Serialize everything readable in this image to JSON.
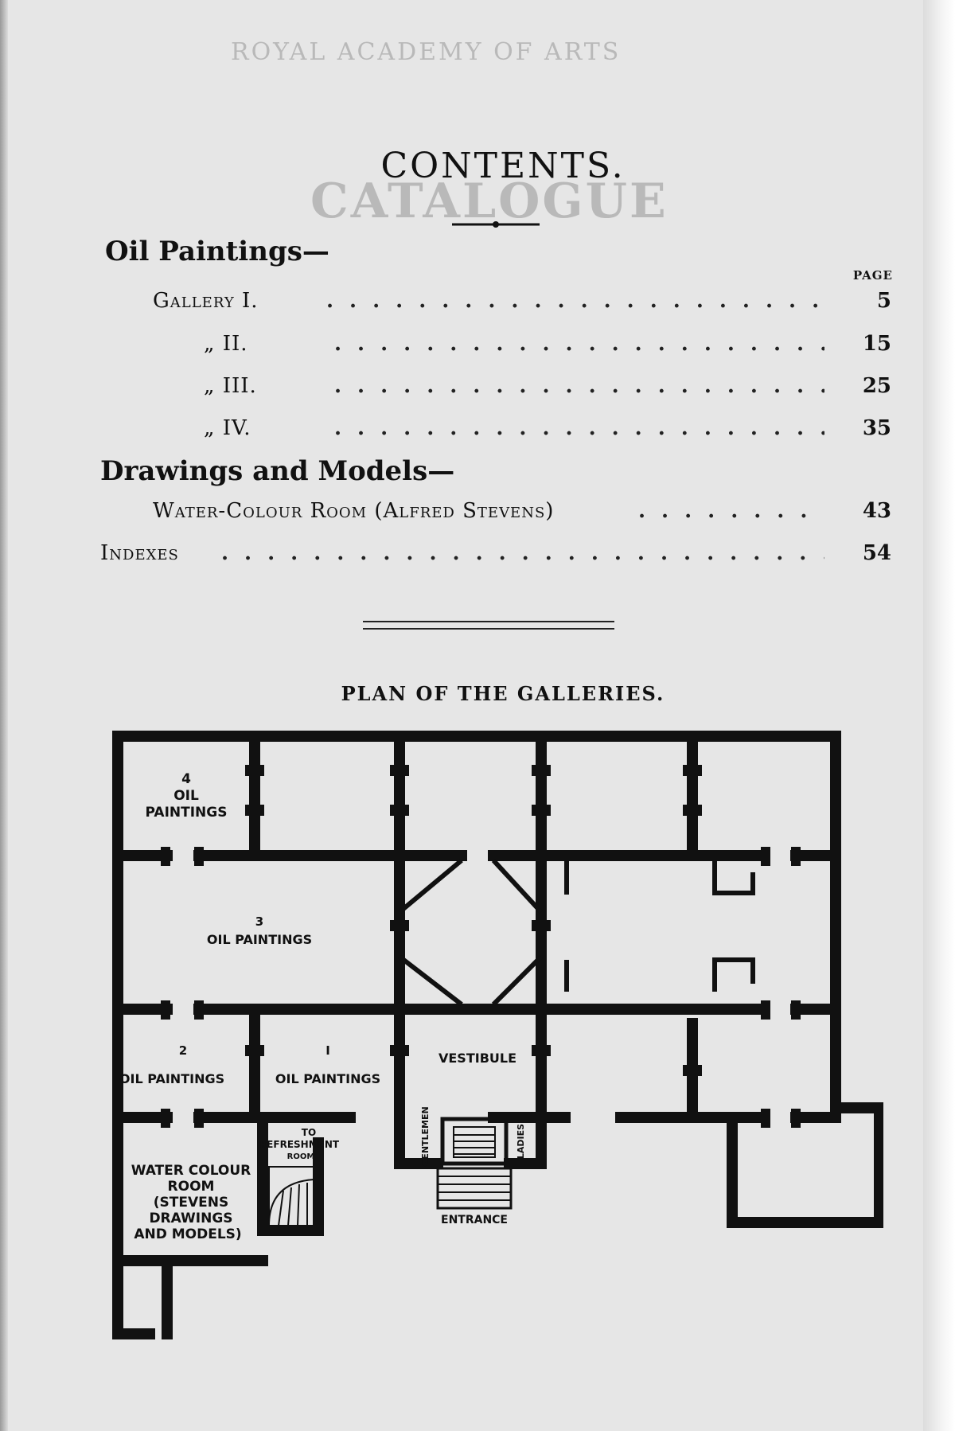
{
  "contents": {
    "title": "CONTENTS.",
    "page_heading": "PAGE",
    "sections": [
      {
        "heading": "Oil Paintings—",
        "entries": [
          {
            "label": "Gallery I.",
            "page": "5"
          },
          {
            "label": "„ II.",
            "page": "15"
          },
          {
            "label": "„ III.",
            "page": "25"
          },
          {
            "label": "„ IV.",
            "page": "35"
          }
        ]
      },
      {
        "heading": "Drawings and Models—",
        "entries": [
          {
            "label": "Water-Colour Room (Alfred Stevens)",
            "page": "43"
          }
        ]
      }
    ],
    "indexes": {
      "label": "Indexes",
      "page": "54"
    }
  },
  "plan": {
    "title": "PLAN OF THE GALLERIES.",
    "rooms": {
      "gallery_4": [
        "4",
        "OIL",
        "PAINTINGS"
      ],
      "gallery_3": [
        "3",
        "OIL PAINTINGS"
      ],
      "gallery_2": [
        "2",
        "OIL PAINTINGS"
      ],
      "gallery_1": [
        "I",
        "OIL PAINTINGS"
      ],
      "vestibule": "VESTIBULE",
      "refreshment": [
        "TO",
        "REFRESHMENT",
        "ROOM"
      ],
      "water_colour": [
        "WATER COLOUR",
        "ROOM",
        "(STEVENS",
        "DRAWINGS",
        "AND MODELS)"
      ],
      "gentlemen": "GENTLEMEN",
      "ladies": "LADIES",
      "entrance": "ENTRANCE"
    }
  },
  "colors": {
    "paper": "#e6e6e6",
    "ink": "#111111",
    "ghost_text": "#b9b9b9"
  }
}
